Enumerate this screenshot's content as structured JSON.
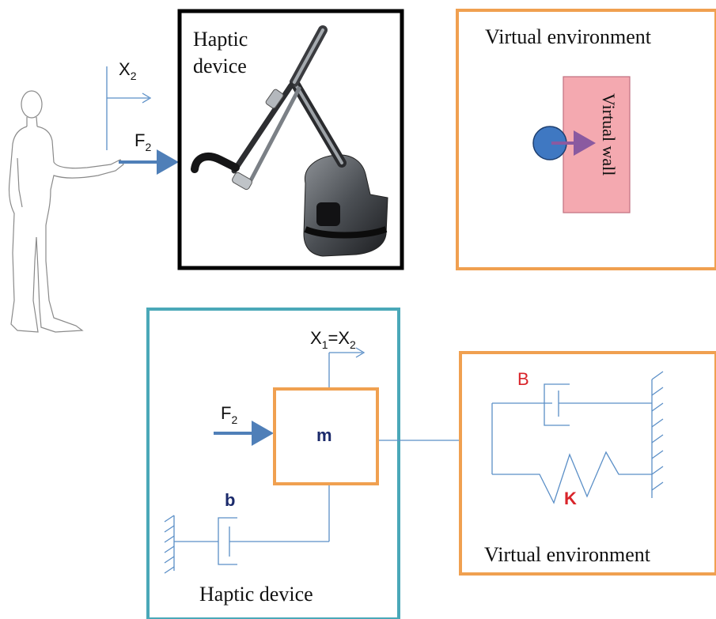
{
  "top": {
    "haptic_label_line1": "Haptic",
    "haptic_label_line2": "device",
    "x2_label": "X",
    "x2_sub": "2",
    "f2_label": "F",
    "f2_sub": "2",
    "virtual_env_title": "Virtual environment",
    "virtual_wall_label": "Virtual wall"
  },
  "bottom": {
    "x1_label": "X",
    "x1_sub": "1",
    "eq_label": "=X",
    "eq_sub": "2",
    "f2_label": "F",
    "f2_sub": "2",
    "mass_label": "m",
    "damper_b_label": "b",
    "haptic_device_title": "Haptic device",
    "damper_B_label": "B",
    "spring_K_label": "K",
    "virtual_env_title": "Virtual environment"
  },
  "colors": {
    "orange": "#f0a050",
    "teal": "#4aa8b8",
    "line_blue": "#5b8fc7",
    "arrow_blue": "#4f7fb8",
    "red": "#d9242a",
    "navy": "#1b2a6b",
    "wall_fill": "#f4a9b0",
    "ball_fill": "#3f78c2",
    "purple_arrow": "#8a5aa0"
  }
}
